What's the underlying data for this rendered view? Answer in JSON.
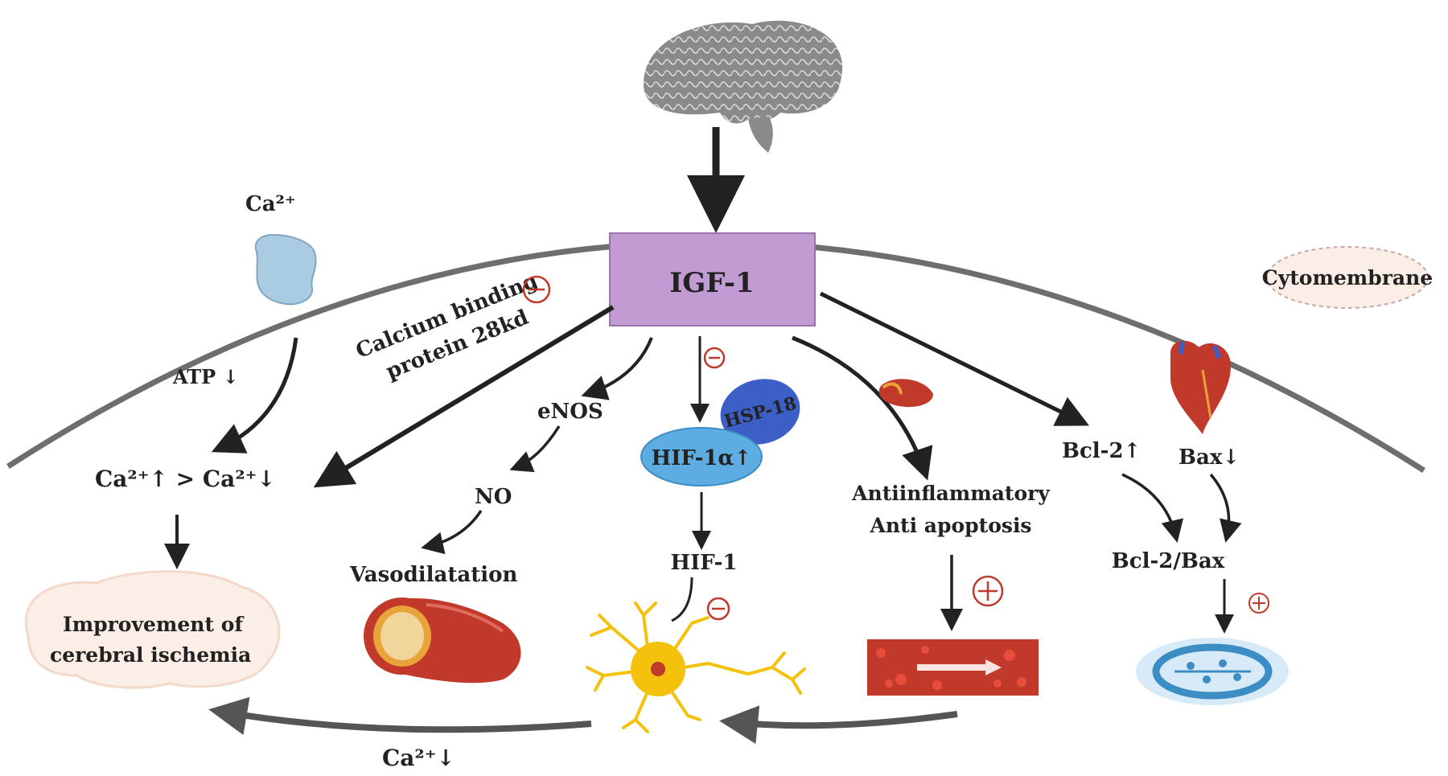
{
  "labels": {
    "ca_top": "Ca²⁺",
    "atp": "ATP ↓",
    "calcium_binding_1": "Calcium binding",
    "calcium_binding_2": "protein 28kd",
    "ca_balance": "Ca²⁺↑ > Ca²⁺↓",
    "improvement_1": "Improvement of",
    "improvement_2": "cerebral ischemia",
    "igf1": "IGF-1",
    "enos": "eNOS",
    "no": "NO",
    "vasodilatation": "Vasodilatation",
    "hsp18": "HSP-18",
    "hif1a": "HIF-1α↑",
    "hif1": "HIF-1",
    "antiinflammatory": "Antiinflammatory",
    "antiapoptosis": "Anti apoptosis",
    "bcl2_up": "Bcl-2↑",
    "bax_down": "Bax↓",
    "bcl2_bax": "Bcl-2/Bax",
    "cytomembrane": "Cytomembrane",
    "ca_bottom": "Ca²⁺↓"
  },
  "symbols": {
    "minus": "⊖",
    "plus": "⊕"
  },
  "colors": {
    "igf_box": "#c39bd3",
    "hif_ellipse": "#5dade2",
    "hsp_ellipse": "#3b5fc7",
    "channel": "#a9cce3",
    "vessel_red": "#c0392b",
    "neuron_yellow": "#f4c20d",
    "symbol_red": "#c0392b",
    "membrane": "#666666"
  }
}
